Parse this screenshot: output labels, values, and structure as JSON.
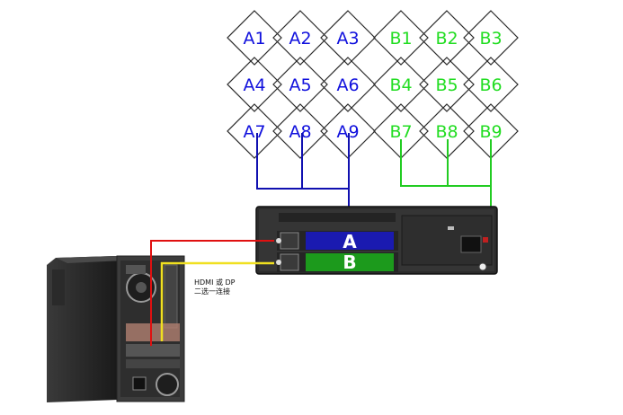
{
  "wall": {
    "groupA": {
      "tiles": [
        "A1",
        "A2",
        "A3",
        "A4",
        "A5",
        "A6",
        "A7",
        "A8",
        "A9"
      ],
      "color": "#1010dd"
    },
    "groupB": {
      "tiles": [
        "B1",
        "B2",
        "B3",
        "B4",
        "B5",
        "B6",
        "B7",
        "B8",
        "B9"
      ],
      "color": "#22dd22"
    }
  },
  "controller": {
    "portA": {
      "label": "A",
      "color": "#1a1ab0"
    },
    "portB": {
      "label": "B",
      "color": "#1c9a1c"
    }
  },
  "cables": {
    "red": "#e01010",
    "yellow": "#f0e020",
    "blue": "#1010b0",
    "green": "#22cc22"
  },
  "caption": {
    "line1": "HDMI 或 DP",
    "line2": "二选一连接"
  }
}
